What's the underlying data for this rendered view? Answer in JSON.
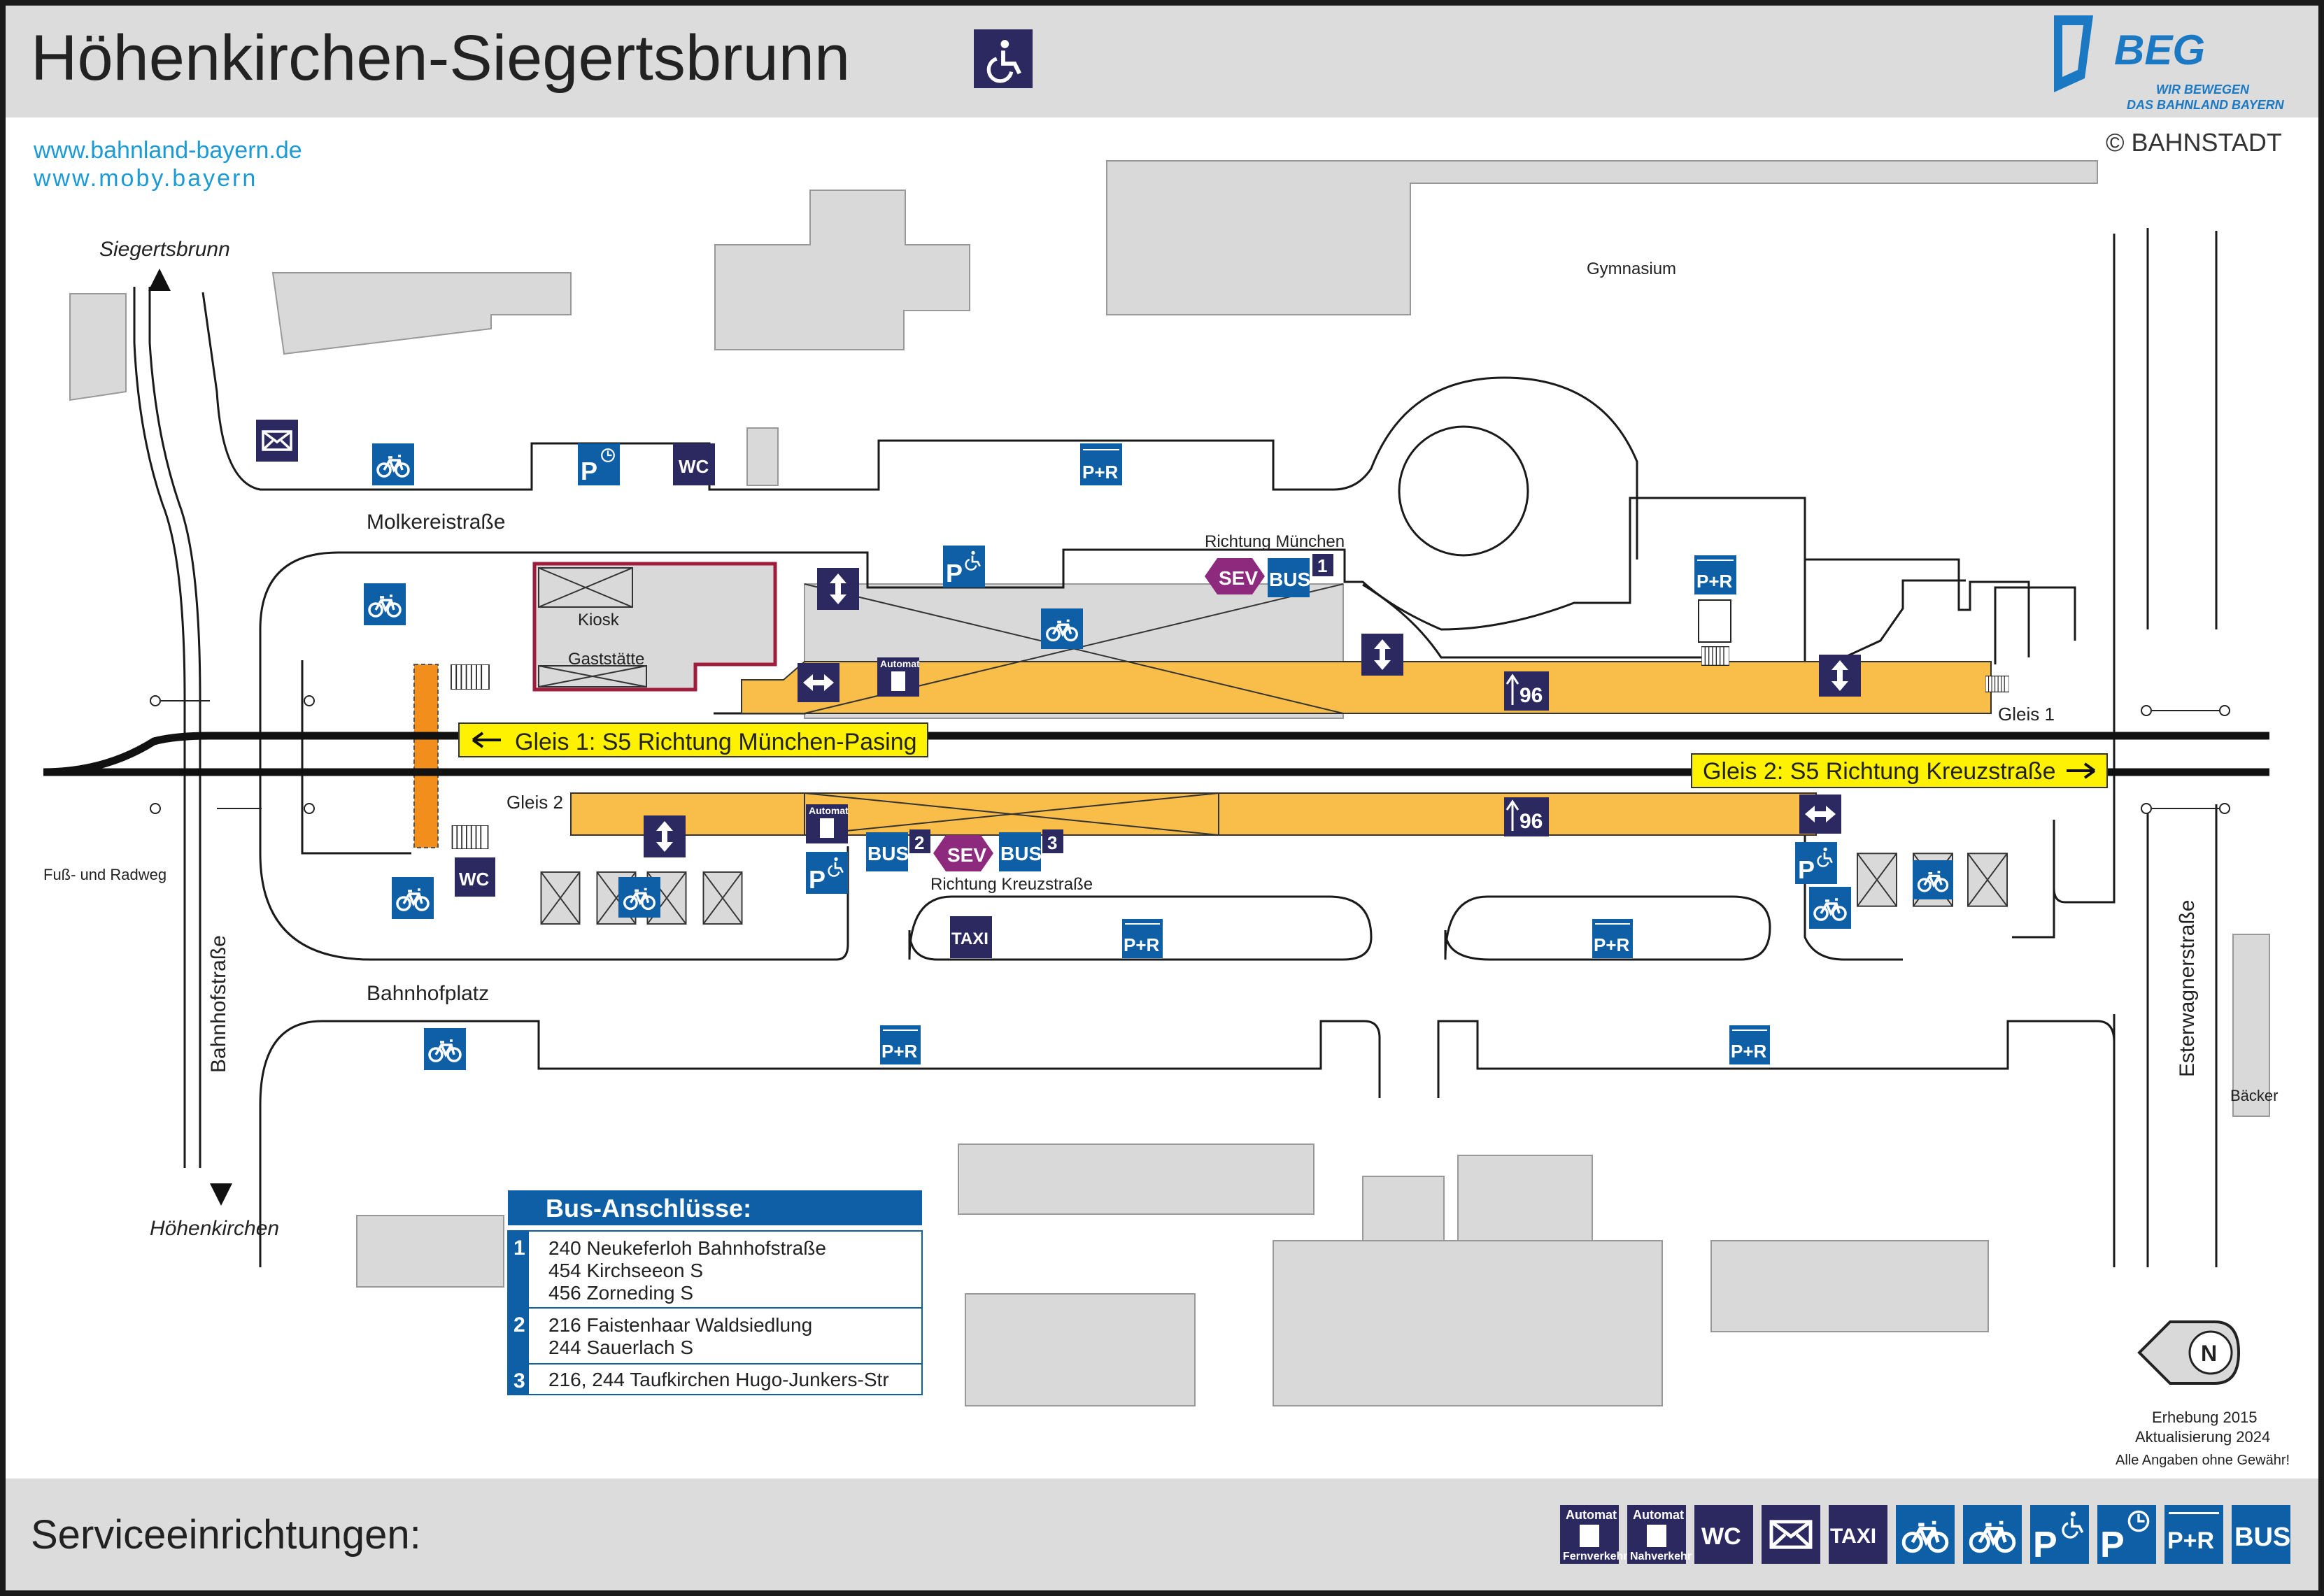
{
  "header": {
    "title": "Höhenkirchen-Siegertsbrunn",
    "brand": "BEG",
    "brand_tagline_1": "WIR BEWEGEN",
    "brand_tagline_2": "DAS BAHNLAND BAYERN",
    "link_1": "www.bahnland-bayern.de",
    "link_2": "www.moby.bayern",
    "copyright": "© BAHNSTADT"
  },
  "colors": {
    "header_bg": "#dcdcdc",
    "building": "#d9d9d9",
    "platform": "#f9bd4a",
    "icon_blue": "#0f5fa6",
    "icon_navy": "#2b2960",
    "sev_purple": "#8e2a7e",
    "sign_yellow": "#fff200",
    "kiosk_border": "#a01c3c",
    "bridge_orange": "#f28e1c",
    "brand_blue": "#1b79c4"
  },
  "map": {
    "directions": {
      "north_town": "Siegertsbrunn",
      "south_town": "Höhenkirchen"
    },
    "streets": {
      "molkereistrasse": "Molkereistraße",
      "bahnhofstrasse": "Bahnhofstraße",
      "bahnhofplatz": "Bahnhofplatz",
      "esterwagnerstrasse": "Esterwagnerstraße",
      "fuss_radweg": "Fuß- und Radweg"
    },
    "places": {
      "gymnasium": "Gymnasium",
      "kiosk": "Kiosk",
      "gaststaette": "Gaststätte",
      "baecker": "Bäcker"
    },
    "tracks": {
      "gleis1_sign": "Gleis 1: S5 Richtung München-Pasing",
      "gleis2_sign": "Gleis 2: S5 Richtung Kreuzstraße",
      "gleis1_label": "Gleis 1",
      "gleis2_label": "Gleis 2",
      "height1": "96",
      "height2": "96"
    },
    "bus": {
      "richtung_muenchen": "Richtung München",
      "richtung_kreuzstrasse": "Richtung Kreuzstraße",
      "bus_label": "BUS",
      "sev_label": "SEV",
      "stop1": "1",
      "stop2": "2",
      "stop3": "3"
    },
    "icon_labels": {
      "wc": "WC",
      "pr": "P+R",
      "p": "P",
      "taxi": "TAXI",
      "automat": "Automat"
    }
  },
  "bus_connections": {
    "title": "Bus-Anschlüsse:",
    "rows": [
      {
        "stop": "1",
        "lines": [
          "240 Neukeferloh Bahnhofstraße",
          "454 Kirchseeon S",
          "456 Zorneding S"
        ]
      },
      {
        "stop": "2",
        "lines": [
          "216 Faistenhaar Waldsiedlung",
          "244 Sauerlach S"
        ]
      },
      {
        "stop": "3",
        "lines": [
          "216, 244 Taufkirchen Hugo-Junkers-Str"
        ]
      }
    ]
  },
  "info": {
    "erhebung": "Erhebung 2015",
    "aktualisierung": "Aktualisierung 2024",
    "disclaimer": "Alle Angaben ohne Gewähr!",
    "compass": "N"
  },
  "footer": {
    "title": "Serviceeinrichtungen:",
    "legend": [
      {
        "name": "automat-fernverkehr",
        "label": "Automat",
        "sublabel": "Fernverkehr"
      },
      {
        "name": "automat-nahverkehr",
        "label": "Automat",
        "sublabel": "Nahverkehr"
      },
      {
        "name": "wc",
        "label": "WC"
      },
      {
        "name": "post",
        "label": ""
      },
      {
        "name": "taxi",
        "label": "TAXI"
      },
      {
        "name": "bike-box",
        "label": ""
      },
      {
        "name": "bike",
        "label": ""
      },
      {
        "name": "disabled-parking",
        "label": "P"
      },
      {
        "name": "short-parking",
        "label": "P"
      },
      {
        "name": "park-ride",
        "label": "P+R"
      },
      {
        "name": "bus",
        "label": "BUS"
      }
    ]
  }
}
